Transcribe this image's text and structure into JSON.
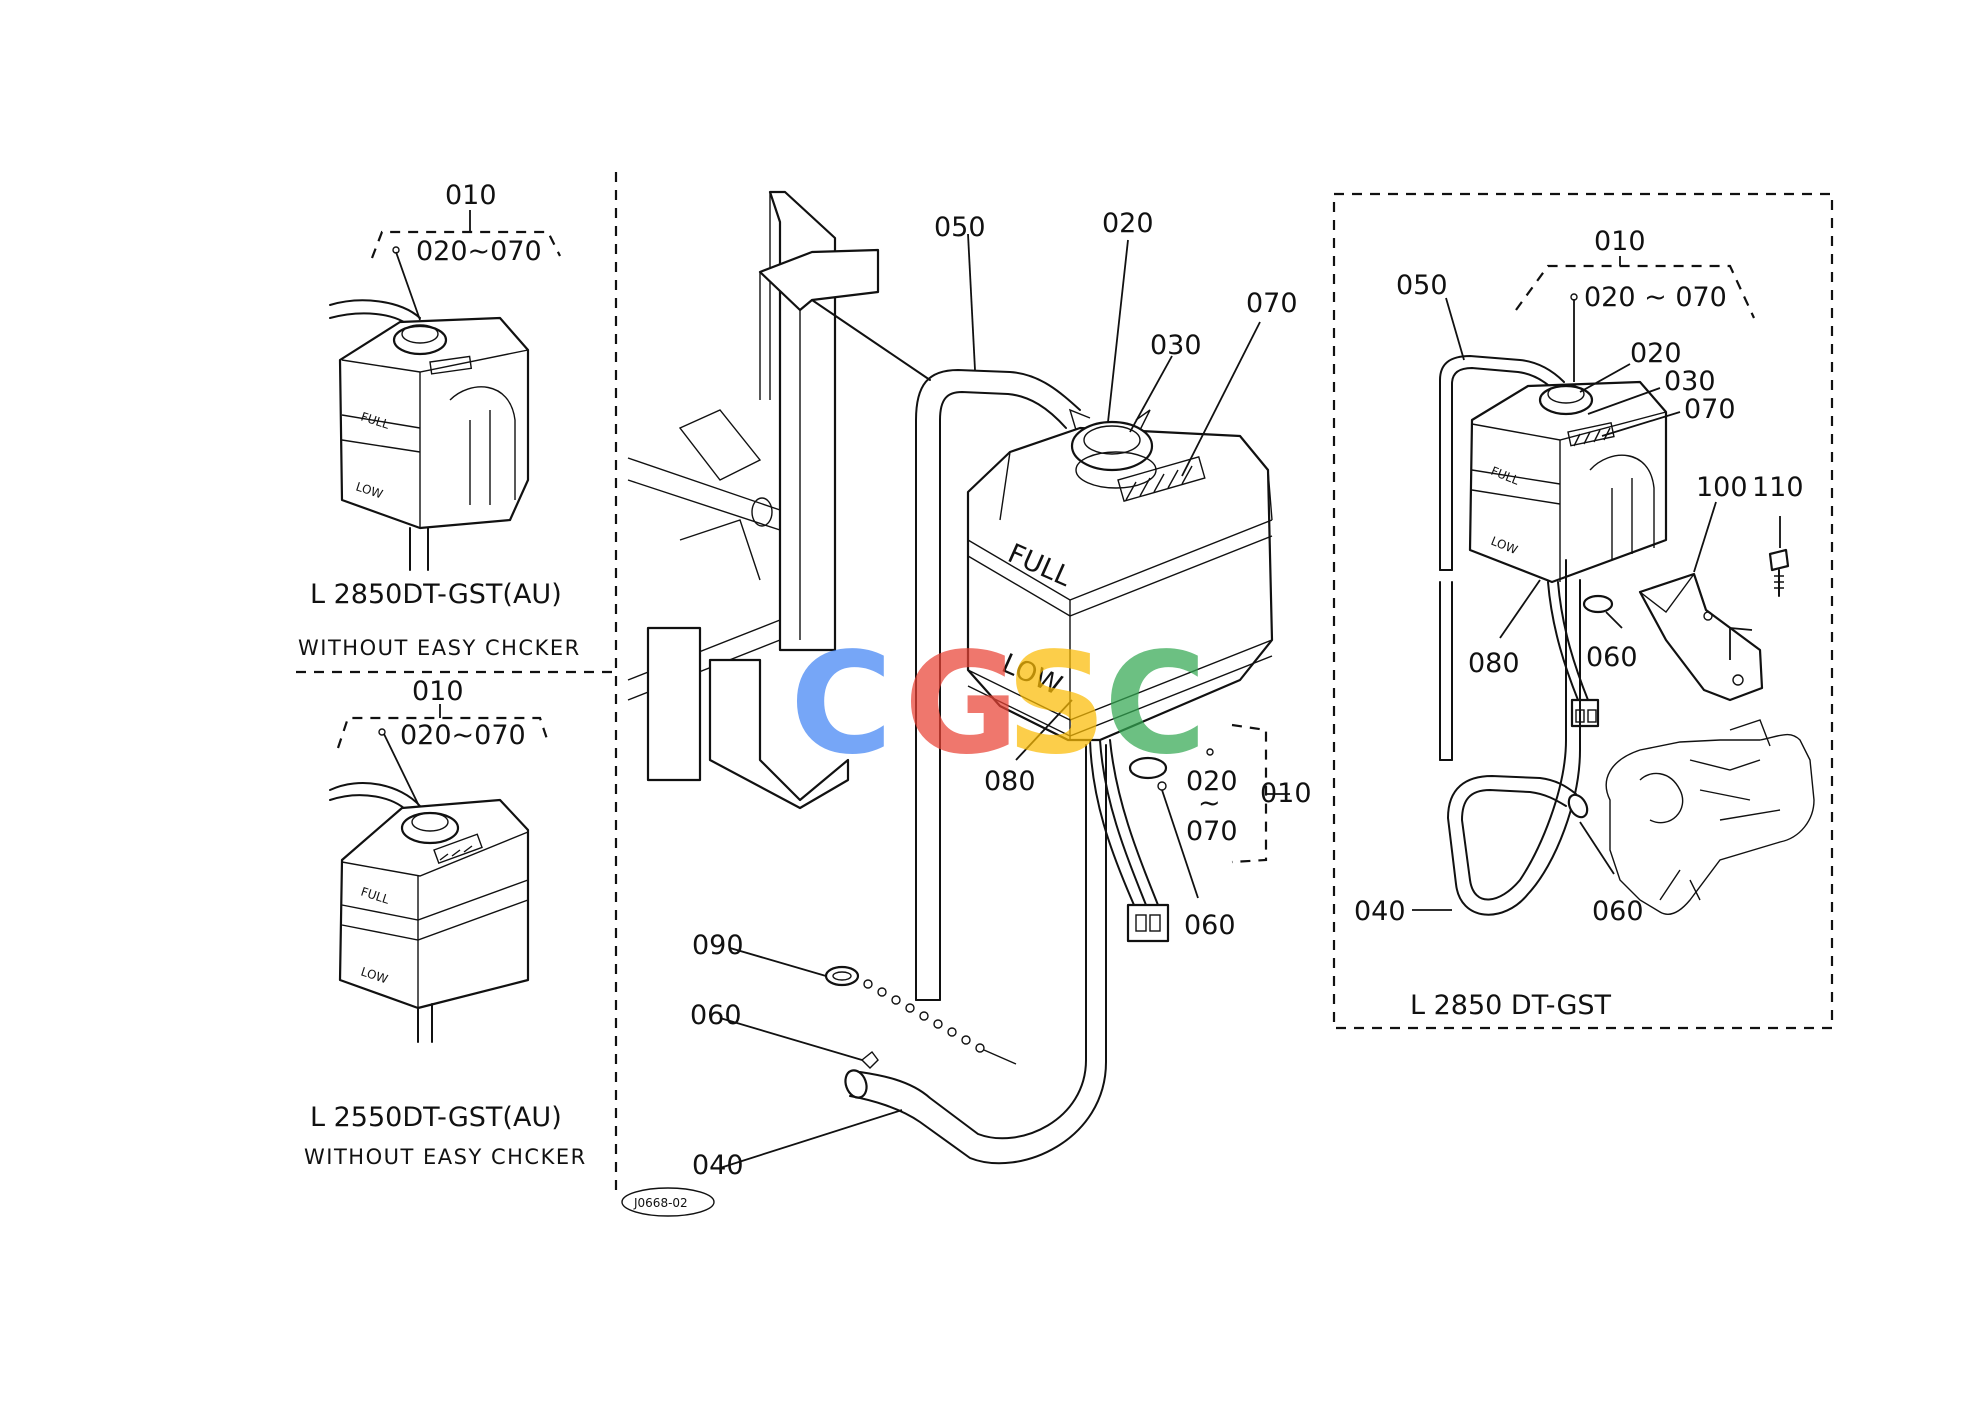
{
  "diagram": {
    "drawing_number": "J0668-02",
    "watermark": {
      "letters": [
        "C",
        "G",
        "S",
        "C"
      ],
      "colors": [
        "#4285f4",
        "#ea4335",
        "#fbbc05",
        "#34a853"
      ]
    },
    "variants": {
      "top_left": {
        "model": "L 2850DT-GST(AU)",
        "note": "WITHOUT EASY CHCKER",
        "assembly": "010",
        "range": "020~070"
      },
      "bottom_left": {
        "model": "L 2550DT-GST(AU)",
        "note": "WITHOUT EASY CHCKER",
        "assembly": "010",
        "range": "020~070"
      },
      "right": {
        "model": "L 2850 DT-GST",
        "assembly": "010",
        "range": "020 ~ 070"
      }
    },
    "tank_labels": {
      "full": "FULL",
      "low": "LOW"
    },
    "main_callouts": {
      "p050": "050",
      "p020": "020",
      "p030": "030",
      "p070": "070",
      "p080": "080",
      "p020_range": "020",
      "p070_range": "070",
      "p010": "010",
      "p060_cap": "060",
      "p090": "090",
      "p060_hose": "060",
      "p040": "040"
    },
    "right_callouts": {
      "p050": "050",
      "p020": "020",
      "p030": "030",
      "p070": "070",
      "p100": "100",
      "p110": "110",
      "p080": "080",
      "p060_clip": "060",
      "p060_hose": "060",
      "p040": "040"
    }
  }
}
